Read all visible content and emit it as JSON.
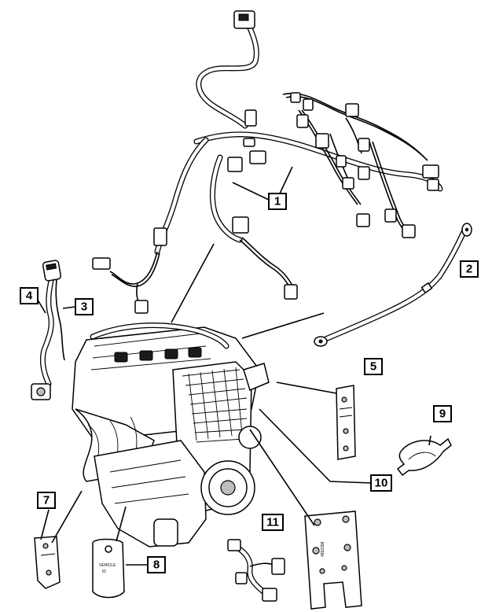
{
  "callouts": [
    {
      "id": "1",
      "label": "1"
    },
    {
      "id": "2",
      "label": "2"
    },
    {
      "id": "3",
      "label": "3"
    },
    {
      "id": "4",
      "label": "4"
    },
    {
      "id": "5",
      "label": "5"
    },
    {
      "id": "7",
      "label": "7"
    },
    {
      "id": "8",
      "label": "8"
    },
    {
      "id": "9",
      "label": "9"
    },
    {
      "id": "10",
      "label": "10"
    },
    {
      "id": "11",
      "label": "11"
    }
  ],
  "icons": {
    "engine": "engine-assembly-icon",
    "harness": "wiring-harness-icon",
    "ground_strap": "ground-strap-icon",
    "sensor": "oxygen-sensor-icon",
    "bracket": "bracket-icon",
    "clip": "clip-icon",
    "tag": "tag-icon"
  }
}
